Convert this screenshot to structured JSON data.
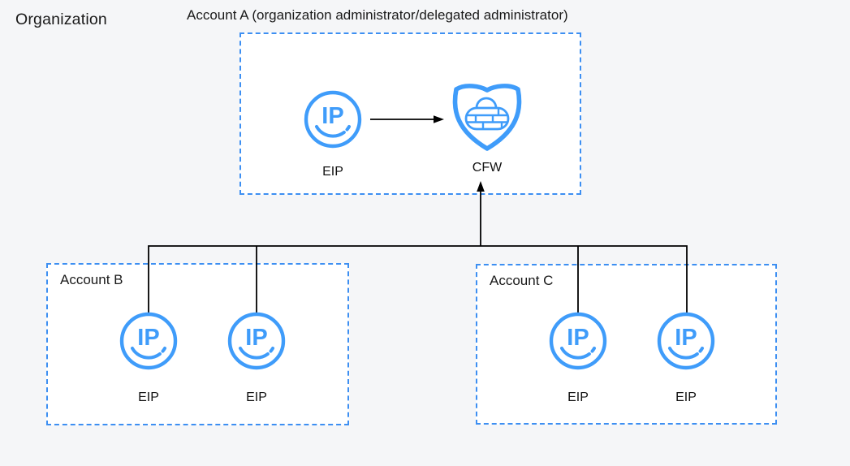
{
  "page": {
    "background_color": "#f5f6f8",
    "box_fill_color": "#ffffff",
    "accent_blue": "#3d8ff2",
    "icon_blue": "#3f9cfa",
    "line_color": "#000000",
    "text_color": "#1a1a1a"
  },
  "diagram": {
    "organization_label": "Organization",
    "accounts": {
      "a": {
        "title": "Account A (organization administrator/delegated administrator)",
        "items": [
          {
            "icon": "eip-icon",
            "icon_text": "IP",
            "label": "EIP"
          },
          {
            "icon": "cfw-shield-icon",
            "label": "CFW"
          }
        ]
      },
      "b": {
        "title": "Account B",
        "items": [
          {
            "icon": "eip-icon",
            "icon_text": "IP",
            "label": "EIP"
          },
          {
            "icon": "eip-icon",
            "icon_text": "IP",
            "label": "EIP"
          }
        ]
      },
      "c": {
        "title": "Account C",
        "items": [
          {
            "icon": "eip-icon",
            "icon_text": "IP",
            "label": "EIP"
          },
          {
            "icon": "eip-icon",
            "icon_text": "IP",
            "label": "EIP"
          }
        ]
      }
    },
    "connections": [
      "Account A EIP -> Account A CFW (arrow)",
      "Account B EIP 1 -> CFW trunk",
      "Account B EIP 2 -> CFW trunk",
      "Account C EIP 1 -> CFW trunk",
      "Account C EIP 2 -> CFW trunk",
      "trunk -> CFW (arrow up)"
    ]
  }
}
